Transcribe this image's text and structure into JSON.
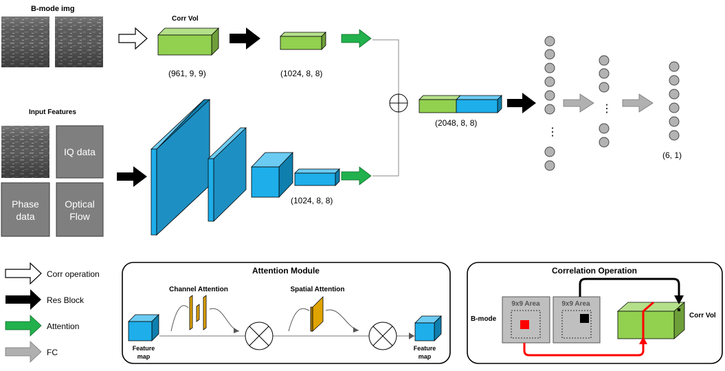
{
  "top": {
    "bmode_title": "B-mode img",
    "corr_vol_title": "Corr Vol",
    "corr_vol_shape": "(961, 9, 9)",
    "reduced_shape": "(1024, 8, 8)"
  },
  "input": {
    "title": "Input Features",
    "iq_data": "IQ data",
    "phase_line1": "Phase",
    "phase_line2": "data",
    "optical_line1": "Optical",
    "optical_line2": "Flow",
    "encoded_shape": "(1024, 8, 8)"
  },
  "fusion": {
    "concat_shape": "(2048, 8, 8)",
    "output_shape": "(6, 1)",
    "ellipsis": "⋮"
  },
  "legend": {
    "corr_operation": "Corr operation",
    "res_block": "Res Block",
    "attention": "Attention",
    "fc": "FC"
  },
  "attention_module": {
    "title": "Attention Module",
    "channel_attention": "Channel Attention",
    "spatial_attention": "Spatial Attention",
    "feature_line1": "Feature",
    "feature_line2": "map"
  },
  "correlation_operation": {
    "title": "Correlation Operation",
    "area_label": "9x9 Area",
    "bmode_label": "B-mode",
    "corr_vol_label": "Corr Vol"
  },
  "colors": {
    "green": "#92d050",
    "blue": "#1eaeea",
    "attention_green": "#22b14c",
    "gold": "#e0a400",
    "red": "#ff0000",
    "gray_box": "#7f7f7f"
  }
}
